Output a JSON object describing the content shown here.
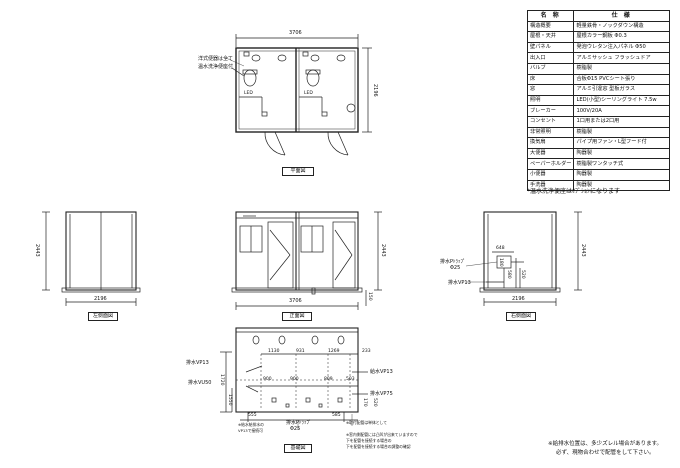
{
  "spec_table": {
    "header": {
      "name": "名 称",
      "spec": "仕 様"
    },
    "rows": [
      {
        "name": "構造概要",
        "value": "軽量鉄骨・ノックダウン構造"
      },
      {
        "name": "屋根・天井",
        "value": "屋根カラー鋼板 Φ0.3"
      },
      {
        "name": "壁パネル",
        "value": "発泡ウレタン注入パネル Φ50"
      },
      {
        "name": "出入口",
        "value": "アルミサッシュ フラッシュドア"
      },
      {
        "name": "バルブ",
        "value": "樹脂製"
      },
      {
        "name": "床",
        "value": "合板Φ15 PVCシート張り"
      },
      {
        "name": "窓",
        "value": "アルミ引違窓 型板ガラス"
      },
      {
        "name": "照明",
        "value": "LED(小型)シーリングライト 7.5w"
      },
      {
        "name": "ブレーカー",
        "value": "100V/20A"
      },
      {
        "name": "コンセント",
        "value": "1口用または2口用"
      },
      {
        "name": "非常照明",
        "value": "樹脂製"
      },
      {
        "name": "換気扇",
        "value": "パイプ用ファン・L型フード付"
      },
      {
        "name": "大便器",
        "value": "陶器製"
      },
      {
        "name": "ペーパーホルダー",
        "value": "樹脂製ワンタッチ式"
      },
      {
        "name": "小便器",
        "value": "陶器製"
      },
      {
        "name": "手洗器",
        "value": "陶器製"
      }
    ]
  },
  "table_note": "*温水洗浄便座はｵﾌﾟｼｮﾝになります",
  "plan": {
    "width_dim": "3706",
    "depth_dim": "2196",
    "annotation_1": "洋式便器は全て",
    "annotation_2": "温水洗浄便座付",
    "led_1": "LED",
    "led_2": "LED",
    "label": "平面図"
  },
  "left_view": {
    "height_dim": "2443",
    "width_dim": "2196",
    "label": "左側面図"
  },
  "front_view": {
    "height_dim": "2443",
    "width_dim": "3706",
    "small_dim": "150",
    "label": "正面図"
  },
  "right_view": {
    "height_dim": "2443",
    "width_dim": "2196",
    "label": "右側面図",
    "dim_648": "648",
    "dim_580": "580",
    "dim_520": "520",
    "dim_180": "180",
    "drain_trap": "排水Pﾄﾗｯﾌﾟ",
    "drain_trap_size": "Φ25",
    "drain_vp": "排水VP13"
  },
  "base_plan": {
    "label": "基礎図",
    "dims_top": [
      "1130",
      "931",
      "1269",
      "233"
    ],
    "dims_mid": [
      "900",
      "900",
      "809",
      "503"
    ],
    "dim_1720": "1720",
    "dim_1550": "1550",
    "dim_170": "170",
    "dim_555": "555",
    "dim_520": "520",
    "dim_585": "585",
    "vp13_left": "排水VP13",
    "vu50": "排水VU50",
    "vp13_right": "給水VP13",
    "vp75": "排水VP75",
    "trap": "排水Pﾄﾗｯﾌﾟ",
    "trap_size": "Φ25",
    "note_a": "※給水給排水の",
    "note_b": "VP13で接続可",
    "note_c": "※取付配管は単体として",
    "note_d": "※窓内側配管には凸凹が出来ていますので",
    "note_e": "下を配管を接続する場合の",
    "note_f": "下を配管を接続する場合の調整の確認"
  },
  "bottom_note_1": "※給排水位置は、多少ズレル場合があります。",
  "bottom_note_2": "必ず、現物合わせで配管をして下さい。"
}
